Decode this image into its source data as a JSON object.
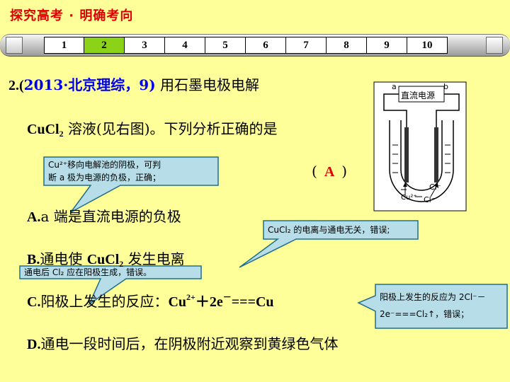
{
  "header": {
    "title": "探究高考 · 明确考向"
  },
  "nav": {
    "pages": [
      "1",
      "2",
      "3",
      "4",
      "5",
      "6",
      "7",
      "8",
      "9",
      "10"
    ],
    "active_index": 1
  },
  "question": {
    "number": "2.(",
    "source": "2013·北京理综，9)",
    "stem_line1": "用石墨电极电解",
    "formula_a": "CuCl",
    "formula_a_sub": "2",
    "stem_line2_rest": "溶液(见右图)。下列分析正确的是",
    "paren_open": "(",
    "answer": "A",
    "paren_close": ")"
  },
  "options": {
    "a_letter": "A.",
    "a_text": "a 端是直流电源的负极",
    "b_letter": "B.",
    "b_text1": "通电使",
    "b_formula": "CuCl",
    "b_sub": "2",
    "b_text2": "发生电离",
    "c_letter": "C.",
    "c_text": "阳极上发生的反应：",
    "c_cu": "Cu",
    "c_sup1": "2+",
    "c_plus": "＋2e",
    "c_sup2": "－",
    "c_eq": "===Cu",
    "d_letter": "D.",
    "d_text": "通电一段时间后，在阴极附近观察到黄绿色气体"
  },
  "callouts": {
    "c1_line1": "Cu²⁺移向电解池的阴极，可判",
    "c1_line2": "断 a 极为电源的负极，正确；",
    "c2": "CuCl₂ 的电离与通电无关，错误;",
    "c3": "通电后 Cl₂ 应在阳极生成，错误。",
    "c4_line1": "阳极上发生的反应为 2Cl⁻－",
    "c4_line2": "2e⁻===Cl₂↑，错误；"
  },
  "diagram": {
    "label_a": "a",
    "label_b": "b",
    "power_label": "直流电源",
    "ion_cl": "Cl⁻",
    "ion_cu": "Cu²⁺",
    "ion_cl2": "Cl⁻"
  },
  "colors": {
    "background": "#ffff99",
    "title_red": "#e00000",
    "source_blue": "#0000ee",
    "active_page": "#8cd219",
    "callout_fill": "#b7dde8",
    "answer_red": "#e00000"
  }
}
